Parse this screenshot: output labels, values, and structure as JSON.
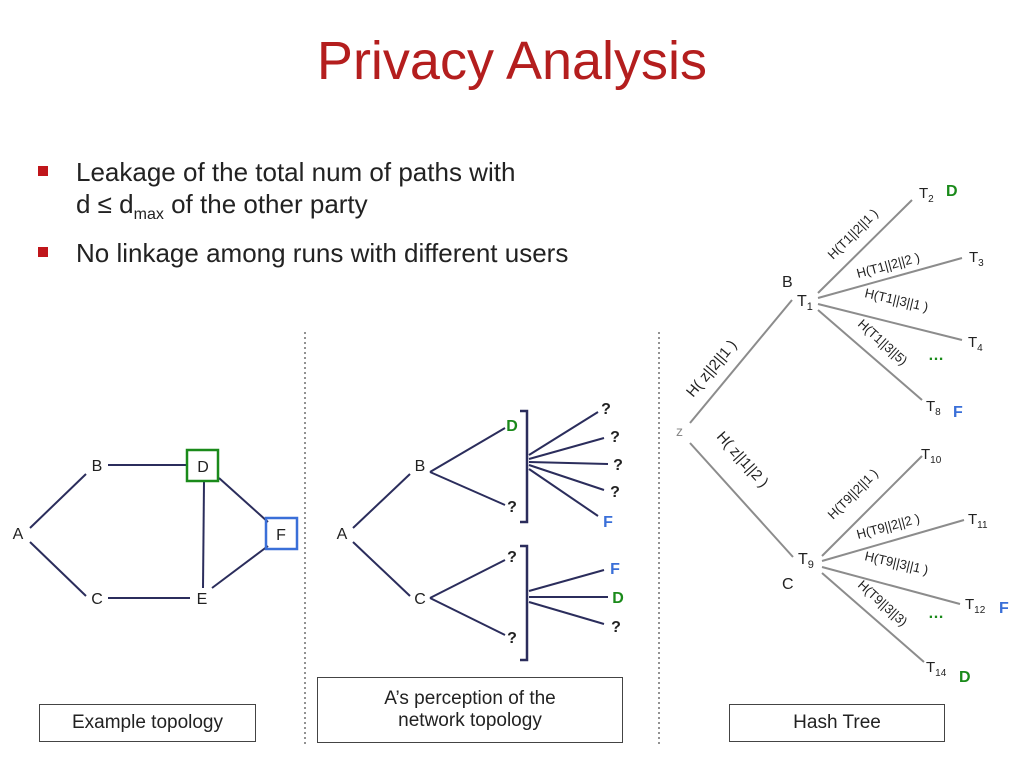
{
  "title": "Privacy Analysis",
  "bullets": [
    {
      "line1": "Leakage of the total num of paths with",
      "line2_prefix": "d ≤ d",
      "line2_sub": "max",
      "line2_suffix": " of the other party"
    },
    {
      "line1": "No linkage among runs with different users"
    }
  ],
  "topology": {
    "nodes": {
      "A": "A",
      "B": "B",
      "C": "C",
      "D": "D",
      "E": "E",
      "F": "F"
    },
    "caption": "Example topology"
  },
  "perception": {
    "labels": {
      "A": "A",
      "B": "B",
      "C": "C",
      "q": "?",
      "D": "D",
      "F": "F"
    },
    "caption_line1": "A’s perception of the",
    "caption_line2": "network topology"
  },
  "hash_tree": {
    "caption": "Hash Tree",
    "root": "z",
    "B": "B",
    "C": "C",
    "T": "T",
    "t1_sub": "1",
    "t2_sub": "2",
    "t3_sub": "3",
    "t4_sub": "4",
    "t8_sub": "8",
    "t9_sub": "9",
    "t10_sub": "10",
    "t11_sub": "11",
    "t12_sub": "12",
    "t14_sub": "14",
    "edge_z_t1": "H( z||2||1 )",
    "edge_z_t9": "H( z||1||2 )",
    "e_t1_t2": "H(T1||2||1 )",
    "e_t1_t3": "H(T1||2||2 )",
    "e_t1_t4": "H(T1||3||1 )",
    "e_t1_t8": "H(T1||3||5)",
    "e_t9_t10": "H(T9||2||1 )",
    "e_t9_t11": "H(T9||2||2 )",
    "e_t9_t12": "H(T9||3||1 )",
    "e_t9_t14": "H(T9||3||3)",
    "ellipsis": "…",
    "tag_D": "D",
    "tag_F": "F"
  },
  "colors": {
    "title": "#b41e1e",
    "bullet": "#c0161b",
    "green": "#1a8a1a",
    "blue": "#3a6fd8",
    "line": "#2b2d5c",
    "gray": "#8c8c8c"
  }
}
